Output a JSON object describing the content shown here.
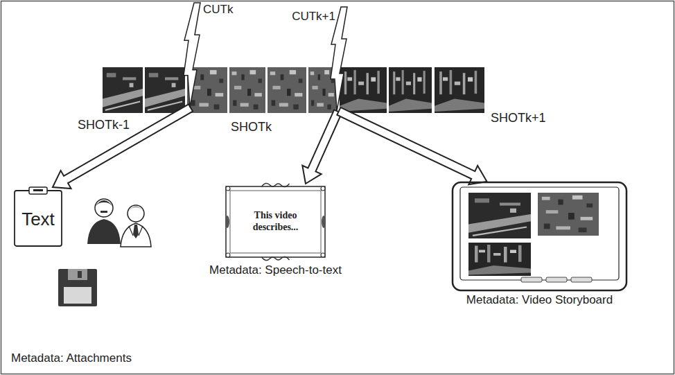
{
  "diagram": {
    "nodes": [
      {
        "text": [
          "CUTk"
        ]
      },
      {
        "text": [
          "CUTk+1"
        ]
      },
      {
        "text": [
          "Text"
        ]
      },
      {
        "text": [
          "This video describes...",
          "Metadata: Speech-to-text"
        ]
      },
      {
        "text": [
          "Metadata: Video Storyboard"
        ]
      }
    ],
    "edges": [
      {
        "from": 0,
        "to": 2,
        "arrow": "to"
      },
      {
        "from": 1,
        "to": 3,
        "arrow": "to"
      },
      {
        "from": 1,
        "to": 4,
        "arrow": "to"
      }
    ],
    "labels": [
      "SHOTk-1",
      "SHOTk",
      "SHOTk+1",
      "Metadata: Attachments"
    ]
  }
}
